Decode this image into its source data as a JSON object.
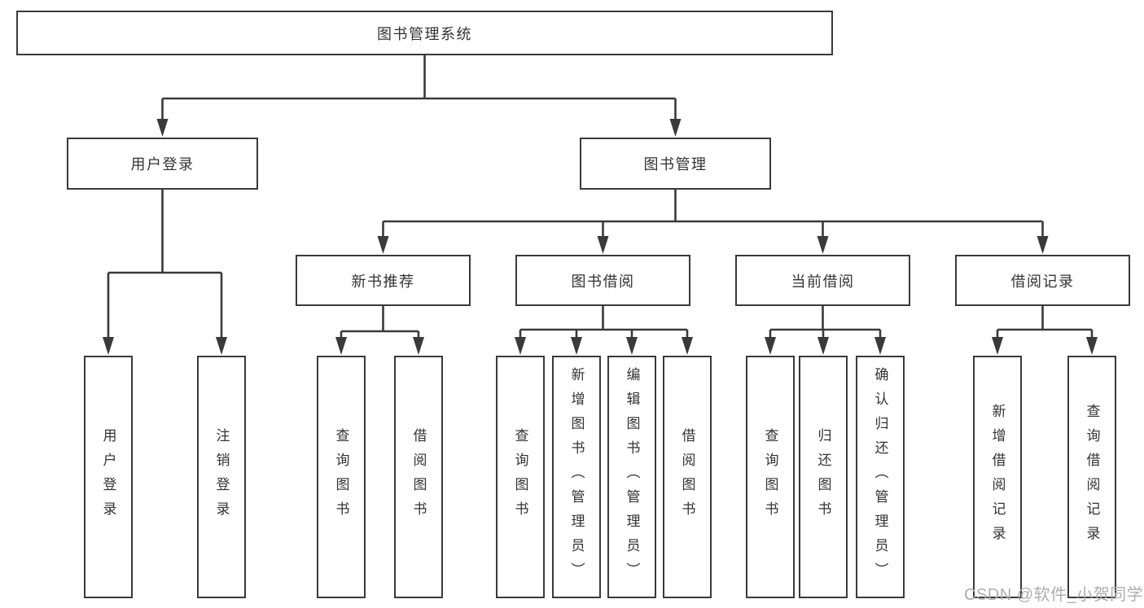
{
  "colors": {
    "line": "#3a3a3a",
    "text": "#333333",
    "box_bg": "#ffffff",
    "background": "#ffffff",
    "watermark": "#adadad"
  },
  "diagram": {
    "root": {
      "label": "图书管理系统"
    },
    "level2": [
      {
        "label": "用户登录"
      },
      {
        "label": "图书管理"
      }
    ],
    "level3": [
      {
        "label": "新书推荐",
        "parent": "图书管理"
      },
      {
        "label": "图书借阅",
        "parent": "图书管理"
      },
      {
        "label": "当前借阅",
        "parent": "图书管理"
      },
      {
        "label": "借阅记录",
        "parent": "图书管理"
      }
    ],
    "leaves": [
      {
        "label": "用户登录",
        "parent": "用户登录"
      },
      {
        "label": "注销登录",
        "parent": "用户登录"
      },
      {
        "label": "查询图书",
        "parent": "新书推荐"
      },
      {
        "label": "借阅图书",
        "parent": "新书推荐"
      },
      {
        "label": "查询图书",
        "parent": "图书借阅"
      },
      {
        "label": "新增图书（管理员）",
        "parent": "图书借阅"
      },
      {
        "label": "编辑图书（管理员）",
        "parent": "图书借阅"
      },
      {
        "label": "借阅图书",
        "parent": "图书借阅"
      },
      {
        "label": "查询图书",
        "parent": "当前借阅"
      },
      {
        "label": "归还图书",
        "parent": "当前借阅"
      },
      {
        "label": "确认归还（管理员）",
        "parent": "当前借阅"
      },
      {
        "label": "新增借阅记录",
        "parent": "借阅记录"
      },
      {
        "label": "查询借阅记录",
        "parent": "借阅记录"
      }
    ]
  },
  "watermark": {
    "text": "CSDN @软件_小贺同学"
  }
}
